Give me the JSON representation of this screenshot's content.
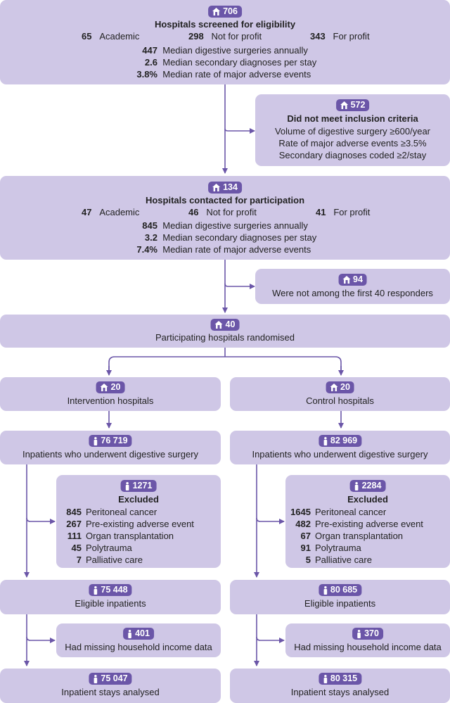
{
  "screened": {
    "count": "706",
    "title": "Hospitals screened for eligibility",
    "types": [
      {
        "n": "65",
        "label": "Academic"
      },
      {
        "n": "298",
        "label": "Not for profit"
      },
      {
        "n": "343",
        "label": "For profit"
      }
    ],
    "stats": [
      {
        "n": "447",
        "label": "Median digestive surgeries annually"
      },
      {
        "n": "2.6",
        "label": "Median secondary diagnoses per stay"
      },
      {
        "n": "3.8%",
        "label": "Median rate of major adverse events"
      }
    ]
  },
  "not_met": {
    "count": "572",
    "title": "Did not meet inclusion criteria",
    "lines": [
      "Volume of digestive surgery ≥600/year",
      "Rate of major adverse events ≥3.5%",
      "Secondary diagnoses coded ≥2/stay"
    ]
  },
  "contacted": {
    "count": "134",
    "title": "Hospitals contacted for participation",
    "types": [
      {
        "n": "47",
        "label": "Academic"
      },
      {
        "n": "46",
        "label": "Not for profit"
      },
      {
        "n": "41",
        "label": "For profit"
      }
    ],
    "stats": [
      {
        "n": "845",
        "label": "Median digestive surgeries annually"
      },
      {
        "n": "3.2",
        "label": "Median secondary diagnoses per stay"
      },
      {
        "n": "7.4%",
        "label": "Median rate of major adverse events"
      }
    ]
  },
  "not_first": {
    "count": "94",
    "text": "Were not among the first 40 responders"
  },
  "randomised": {
    "count": "40",
    "text": "Participating hospitals randomised"
  },
  "intervention": {
    "hospitals": {
      "count": "20",
      "text": "Intervention hospitals"
    },
    "inpatients": {
      "count": "76 719",
      "text": "Inpatients who underwent digestive surgery"
    },
    "excluded": {
      "count": "1271",
      "title": "Excluded",
      "rows": [
        {
          "n": "845",
          "label": "Peritoneal cancer"
        },
        {
          "n": "267",
          "label": "Pre-existing adverse event"
        },
        {
          "n": "111",
          "label": "Organ transplantation"
        },
        {
          "n": "45",
          "label": "Polytrauma"
        },
        {
          "n": "7",
          "label": "Palliative care"
        }
      ]
    },
    "eligible": {
      "count": "75 448",
      "text": "Eligible inpatients"
    },
    "missing": {
      "count": "401",
      "text": "Had missing household income data"
    },
    "analysed": {
      "count": "75 047",
      "text": "Inpatient stays analysed"
    }
  },
  "control": {
    "hospitals": {
      "count": "20",
      "text": "Control hospitals"
    },
    "inpatients": {
      "count": "82 969",
      "text": "Inpatients who underwent digestive surgery"
    },
    "excluded": {
      "count": "2284",
      "title": "Excluded",
      "rows": [
        {
          "n": "1645",
          "label": "Peritoneal cancer"
        },
        {
          "n": "482",
          "label": "Pre-existing adverse event"
        },
        {
          "n": "67",
          "label": "Organ transplantation"
        },
        {
          "n": "91",
          "label": "Polytrauma"
        },
        {
          "n": "5",
          "label": "Palliative care"
        }
      ]
    },
    "eligible": {
      "count": "80 685",
      "text": "Eligible inpatients"
    },
    "missing": {
      "count": "370",
      "text": "Had missing household income data"
    },
    "analysed": {
      "count": "80 315",
      "text": "Inpatient stays analysed"
    }
  },
  "icons": {
    "hospital": "hospital-icon",
    "person": "person-icon"
  },
  "colors": {
    "box": "#cfc7e6",
    "badge": "#6b56a8",
    "arrow": "#6b56a8"
  }
}
